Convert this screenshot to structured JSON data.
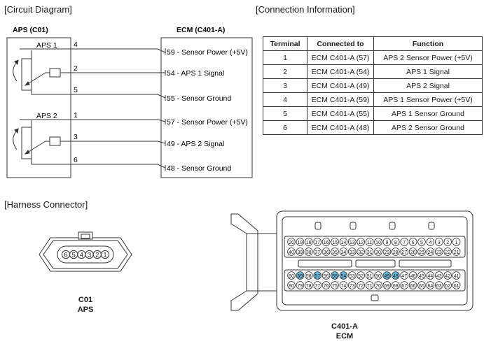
{
  "sections": {
    "circuit": "[Circuit Diagram]",
    "connection": "[Connection Information]",
    "harness": "[Harness Connector]"
  },
  "circuit": {
    "aps_box_title": "APS (C01)",
    "ecm_box_title": "ECM (C401-A)",
    "sensors": [
      {
        "name": "APS 1",
        "pins": [
          "4",
          "2",
          "5"
        ]
      },
      {
        "name": "APS 2",
        "pins": [
          "1",
          "3",
          "6"
        ]
      }
    ],
    "ecm_pins": [
      "59 - Sensor Power (+5V)",
      "54 - APS 1 Signal",
      "55 - Sensor Ground",
      "57 - Sensor Power (+5V)",
      "49 - APS 2 Signal",
      "48 - Sensor Ground"
    ]
  },
  "table": {
    "headers": [
      "Terminal",
      "Connected to",
      "Function"
    ],
    "rows": [
      [
        "1",
        "ECM C401-A (57)",
        "APS 2 Sensor Power (+5V)"
      ],
      [
        "2",
        "ECM C401-A (54)",
        "APS 1 Signal"
      ],
      [
        "3",
        "ECM C401-A (49)",
        "APS 2 Signal"
      ],
      [
        "4",
        "ECM C401-A (59)",
        "APS 1 Sensor Power (+5V)"
      ],
      [
        "5",
        "ECM C401-A (55)",
        "APS 1 Sensor Ground"
      ],
      [
        "6",
        "ECM C401-A (48)",
        "APS 2 Sensor Ground"
      ]
    ]
  },
  "connectors": {
    "c01": {
      "label": "C01",
      "sublabel": "APS",
      "pins": [
        "6",
        "5",
        "4",
        "3",
        "2",
        "1"
      ]
    },
    "c401a": {
      "label": "C401-A",
      "sublabel": "ECM",
      "highlighted_pins": [
        "59",
        "57",
        "55",
        "54",
        "49",
        "48"
      ],
      "highlight_color": "#6ab7d8",
      "rows": [
        [
          "20",
          "19",
          "18",
          "17",
          "16",
          "15",
          "14",
          "13",
          "12",
          "11",
          "10",
          "9",
          "8",
          "7",
          "6",
          "5",
          "4",
          "3",
          "2",
          "1"
        ],
        [
          "40",
          "39",
          "38",
          "37",
          "36",
          "35",
          "34",
          "33",
          "32",
          "31",
          "30",
          "29",
          "28",
          "27",
          "26",
          "25",
          "24",
          "23",
          "22",
          "21"
        ],
        [
          "60",
          "59",
          "58",
          "57",
          "56",
          "55",
          "54",
          "53",
          "52",
          "51",
          "50",
          "49",
          "48",
          "47",
          "46",
          "45",
          "44",
          "43",
          "42",
          "41"
        ],
        [
          "80",
          "79",
          "78",
          "77",
          "76",
          "75",
          "74",
          "73",
          "72",
          "71",
          "70",
          "69",
          "68",
          "67",
          "66",
          "65",
          "64",
          "63",
          "62",
          "61"
        ]
      ]
    }
  }
}
